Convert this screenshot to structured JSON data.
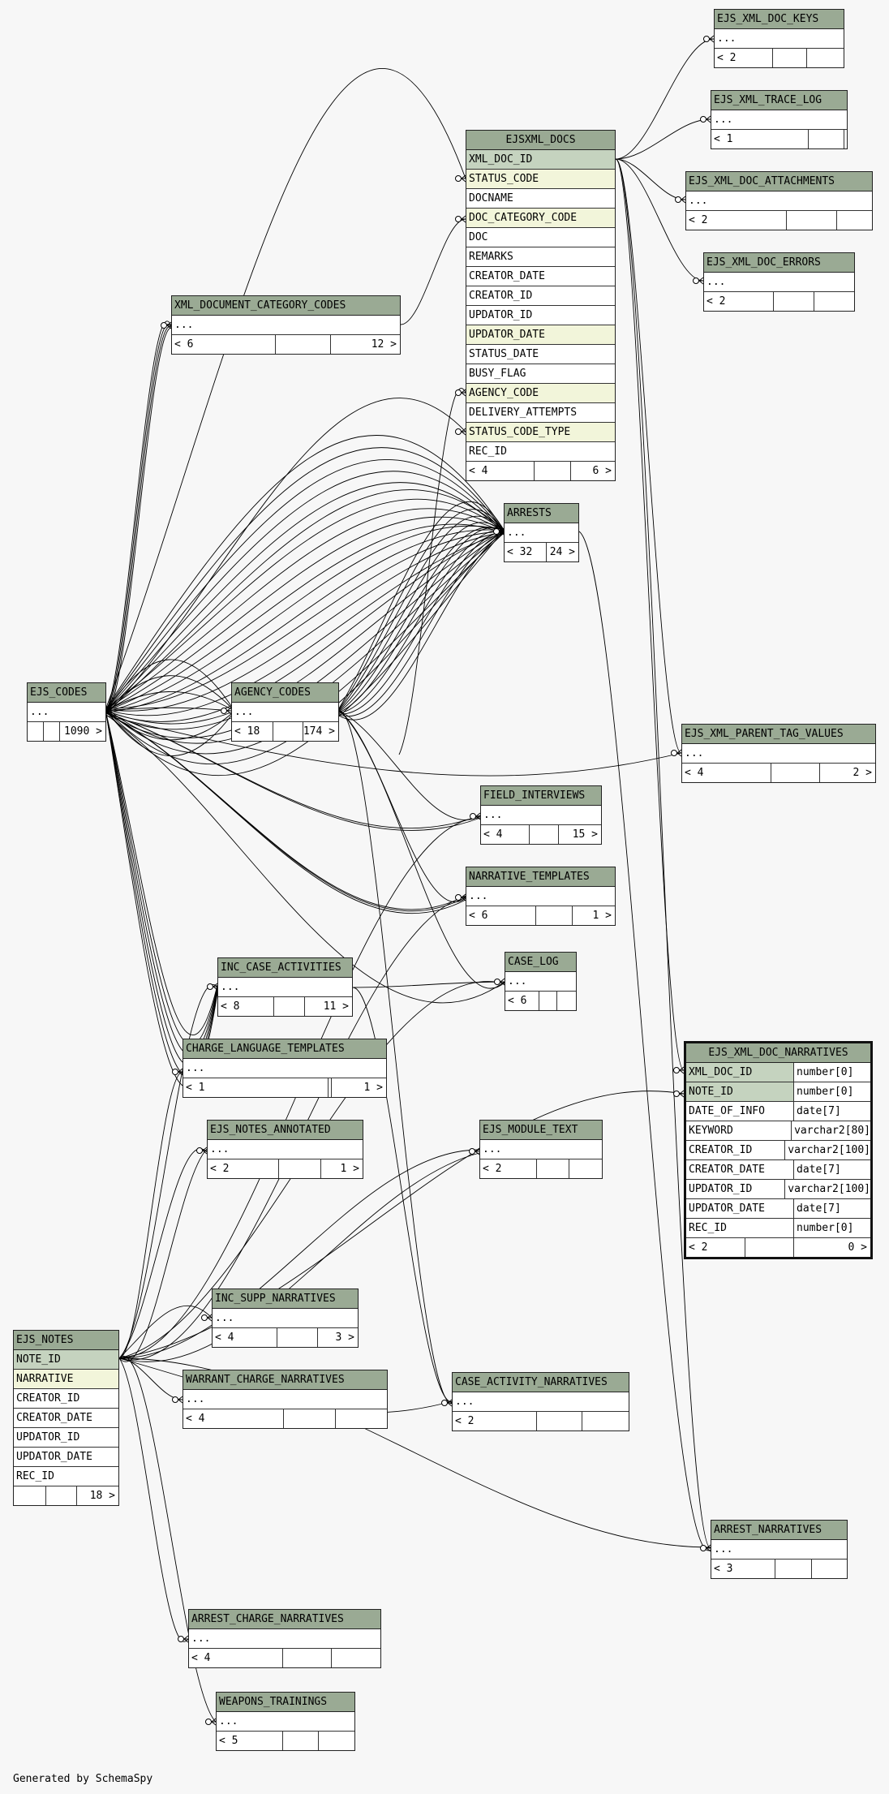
{
  "generated_by": "Generated by SchemaSpy",
  "tables": {
    "ejs_xml_doc_keys": {
      "name": "EJS_XML_DOC_KEYS",
      "ellipsis": "...",
      "foot": [
        "< 2",
        "",
        ""
      ]
    },
    "ejs_xml_trace_log": {
      "name": "EJS_XML_TRACE_LOG",
      "ellipsis": "...",
      "foot": [
        "< 1",
        "",
        ""
      ]
    },
    "ejs_xml_doc_attachments": {
      "name": "EJS_XML_DOC_ATTACHMENTS",
      "ellipsis": "...",
      "foot": [
        "< 2",
        "",
        ""
      ]
    },
    "ejs_xml_doc_errors": {
      "name": "EJS_XML_DOC_ERRORS",
      "ellipsis": "...",
      "foot": [
        "< 2",
        "",
        ""
      ]
    },
    "ejsxml_docs": {
      "name": "EJSXML_DOCS",
      "columns": [
        "XML_DOC_ID",
        "STATUS_CODE",
        "DOCNAME",
        "DOC_CATEGORY_CODE",
        "DOC",
        "REMARKS",
        "CREATOR_DATE",
        "CREATOR_ID",
        "UPDATOR_ID",
        "UPDATOR_DATE",
        "STATUS_DATE",
        "BUSY_FLAG",
        "AGENCY_CODE",
        "DELIVERY_ATTEMPTS",
        "STATUS_CODE_TYPE",
        "REC_ID"
      ],
      "foot": [
        "< 4",
        "",
        "6 >"
      ]
    },
    "xml_document_category_codes": {
      "name": "XML_DOCUMENT_CATEGORY_CODES",
      "ellipsis": "...",
      "foot": [
        "< 6",
        "",
        "12 >"
      ]
    },
    "arrests": {
      "name": "ARRESTS",
      "ellipsis": "...",
      "foot": [
        "< 32",
        "24 >"
      ]
    },
    "ejs_codes": {
      "name": "EJS_CODES",
      "ellipsis": "...",
      "foot": [
        "",
        "",
        "1090 >"
      ]
    },
    "agency_codes": {
      "name": "AGENCY_CODES",
      "ellipsis": "...",
      "foot": [
        "< 18",
        "",
        "174 >"
      ]
    },
    "ejs_xml_parent_tag_values": {
      "name": "EJS_XML_PARENT_TAG_VALUES",
      "ellipsis": "...",
      "foot": [
        "< 4",
        "",
        "2 >"
      ]
    },
    "field_interviews": {
      "name": "FIELD_INTERVIEWS",
      "ellipsis": "...",
      "foot": [
        "< 4",
        "",
        "15 >"
      ]
    },
    "narrative_templates": {
      "name": "NARRATIVE_TEMPLATES",
      "ellipsis": "...",
      "foot": [
        "< 6",
        "",
        "1 >"
      ]
    },
    "case_log": {
      "name": "CASE_LOG",
      "ellipsis": "...",
      "foot": [
        "< 6",
        "",
        ""
      ]
    },
    "inc_case_activities": {
      "name": "INC_CASE_ACTIVITIES",
      "ellipsis": "...",
      "foot": [
        "< 8",
        "",
        "11 >"
      ]
    },
    "charge_language_templates": {
      "name": "CHARGE_LANGUAGE_TEMPLATES",
      "ellipsis": "...",
      "foot": [
        "< 1",
        "",
        "1 >"
      ]
    },
    "ejs_notes_annotated": {
      "name": "EJS_NOTES_ANNOTATED",
      "ellipsis": "...",
      "foot": [
        "< 2",
        "",
        "1 >"
      ]
    },
    "ejs_module_text": {
      "name": "EJS_MODULE_TEXT",
      "ellipsis": "...",
      "foot": [
        "< 2",
        "",
        ""
      ]
    },
    "ejs_xml_doc_narratives": {
      "name": "EJS_XML_DOC_NARRATIVES",
      "columns": [
        {
          "name": "XML_DOC_ID",
          "type": "number[0]"
        },
        {
          "name": "NOTE_ID",
          "type": "number[0]"
        },
        {
          "name": "DATE_OF_INFO",
          "type": "date[7]"
        },
        {
          "name": "KEYWORD",
          "type": "varchar2[80]"
        },
        {
          "name": "CREATOR_ID",
          "type": "varchar2[100]"
        },
        {
          "name": "CREATOR_DATE",
          "type": "date[7]"
        },
        {
          "name": "UPDATOR_ID",
          "type": "varchar2[100]"
        },
        {
          "name": "UPDATOR_DATE",
          "type": "date[7]"
        },
        {
          "name": "REC_ID",
          "type": "number[0]"
        }
      ],
      "foot": [
        "< 2",
        "",
        "0 >"
      ]
    },
    "inc_supp_narratives": {
      "name": "INC_SUPP_NARRATIVES",
      "ellipsis": "...",
      "foot": [
        "< 4",
        "",
        "3 >"
      ]
    },
    "ejs_notes": {
      "name": "EJS_NOTES",
      "columns": [
        "NOTE_ID",
        "NARRATIVE",
        "CREATOR_ID",
        "CREATOR_DATE",
        "UPDATOR_ID",
        "UPDATOR_DATE",
        "REC_ID"
      ],
      "foot": [
        "",
        "",
        "18 >"
      ]
    },
    "warrant_charge_narratives": {
      "name": "WARRANT_CHARGE_NARRATIVES",
      "ellipsis": "...",
      "foot": [
        "< 4",
        "",
        ""
      ]
    },
    "case_activity_narratives": {
      "name": "CASE_ACTIVITY_NARRATIVES",
      "ellipsis": "...",
      "foot": [
        "< 2",
        "",
        ""
      ]
    },
    "arrest_narratives": {
      "name": "ARREST_NARRATIVES",
      "ellipsis": "...",
      "foot": [
        "< 3",
        "",
        ""
      ]
    },
    "arrest_charge_narratives": {
      "name": "ARREST_CHARGE_NARRATIVES",
      "ellipsis": "...",
      "foot": [
        "< 4",
        "",
        ""
      ]
    },
    "weapons_trainings": {
      "name": "WEAPONS_TRAININGS",
      "ellipsis": "...",
      "foot": [
        "< 5",
        "",
        ""
      ]
    }
  }
}
